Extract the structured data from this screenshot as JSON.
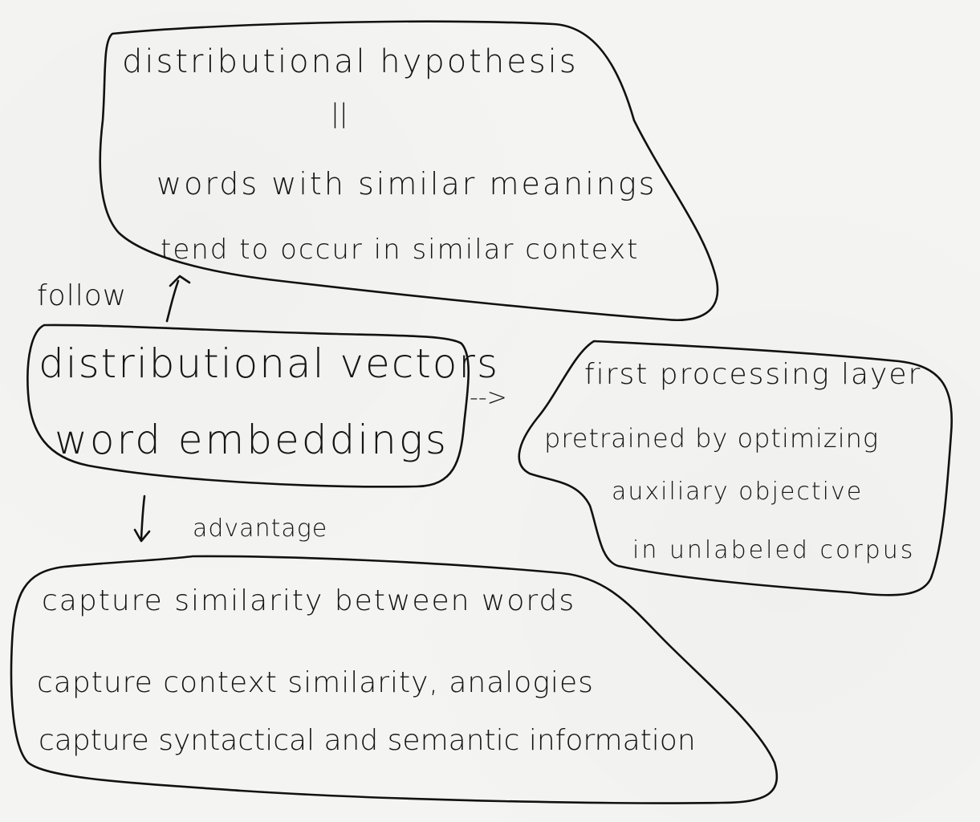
{
  "top_box": {
    "title": "distributional hypothesis",
    "equals": "||",
    "line1": "words with similar meanings",
    "line2": "tend to occur in similar context"
  },
  "center_box": {
    "line1": "distributional vectors",
    "line2": "word embeddings"
  },
  "right_box": {
    "line1": "first processing layer",
    "line2": "pretrained by optimizing",
    "line3": "auxiliary objective",
    "line4": "in unlabeled corpus"
  },
  "bottom_box": {
    "line1": "capture similarity between words",
    "line2": "capture context similarity, analogies",
    "line3": "capture syntactical and semantic information"
  },
  "edges": {
    "follow_label": "follow",
    "advantage_label": "advantage",
    "right_arrow": "-->"
  }
}
